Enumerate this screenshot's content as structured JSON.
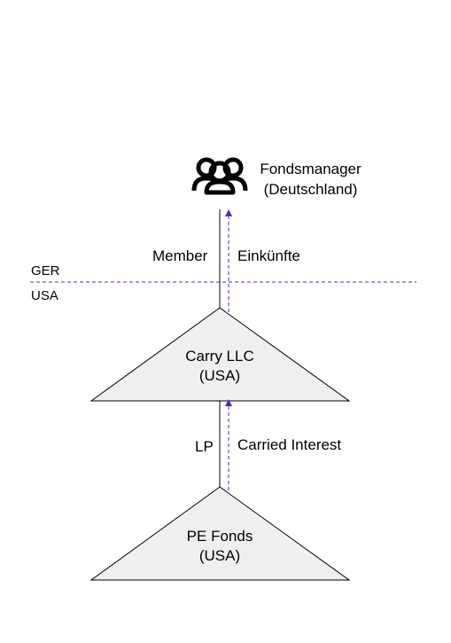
{
  "manager": {
    "name": "Fondsmanager",
    "country": "(Deutschland)",
    "icon": "people-group-icon"
  },
  "border": {
    "upper_label": "GER",
    "lower_label": "USA"
  },
  "links": {
    "member_label": "Member",
    "income_label": "Einkünfte",
    "lp_label": "LP",
    "carry_label": "Carried Interest"
  },
  "carry_llc": {
    "name": "Carry LLC",
    "country": "(USA)"
  },
  "pe_fund": {
    "name": "PE Fonds",
    "country": "(USA)"
  },
  "colors": {
    "line": "#000000",
    "arrow": "#3b35c8",
    "border_line": "#3b35c8",
    "triangle_fill": "#efefef",
    "triangle_stroke": "#000000"
  }
}
